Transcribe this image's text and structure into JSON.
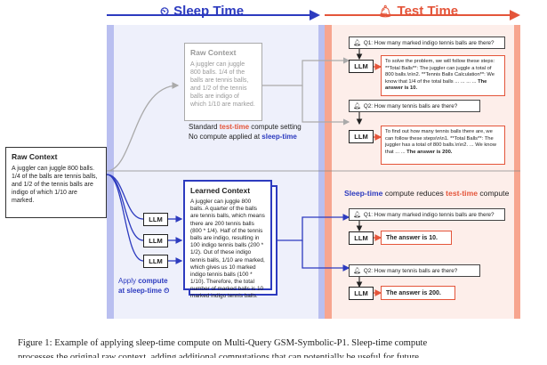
{
  "header": {
    "sleep_time": "Sleep Time",
    "test_time": "Test Time"
  },
  "raw_context_main": {
    "title": "Raw Context",
    "text": "A juggler can juggle 800 balls. 1/4 of the balls are tennis balls, and 1/2 of the tennis balls are indigo of which 1/10 are marked."
  },
  "raw_context_grey": {
    "title": "Raw Context",
    "text": "A juggler can juggle 800 balls. 1/4 of the balls are tennis balls, and 1/2 of the tennis balls are indigo of which 1/10 are marked."
  },
  "standard_note": {
    "line1_prefix": "Standard ",
    "line1_highlight": "test-time",
    "line1_suffix": " compute setting",
    "line2_prefix": "No compute applied at ",
    "line2_highlight": "sleep-time"
  },
  "learned_context": {
    "title": "Learned Context",
    "text": "A juggler can juggle 800 balls. A quarter of the balls are tennis balls, which means there are 200 tennis balls (800 * 1/4). Half of the tennis balls are indigo, resulting in 100 indigo tennis balls (200 * 1/2). Out of these indigo tennis balls, 1/10 are marked, which gives us 10 marked indigo tennis balls (100 * 1/10). Therefore, the total number of marked balls is 10 marked indigo tennis balls."
  },
  "llm_label": "LLM",
  "apply_note": {
    "line1_prefix": "Apply ",
    "line1_highlight": "compute",
    "line2": "at sleep-time"
  },
  "reduce_note": {
    "part1": "Sleep-time",
    "part2": " compute reduces ",
    "part3": "test-time",
    "part4": " compute"
  },
  "questions": {
    "q1": "Q1: How many marked indigo tennis balls are there?",
    "q2": "Q2: How many tennis balls are there?"
  },
  "answers_long": {
    "a1_text": "To solve the problem, we will follow these steps: **Total Balls**: The juggler can juggle a total of 800 balls.\\n\\n2. **Tennis Balls Calculation**: We know that 1/4 of the total balls ... ... ... ... ",
    "a1_bold": "The answer is 10.",
    "a2_text": "To find out how many tennis balls there are, we can follow these steps\\n\\n1. **Total Balls**: The juggler has a total of 800 balls.\\n\\n2. ... We know that ... ... ",
    "a2_bold": "The answer is 200."
  },
  "answers_short": {
    "a1": "The answer is 10.",
    "a2": "The answer is 200."
  },
  "caption": {
    "line1": "Figure 1: Example of applying sleep-time compute on Multi-Query GSM-Symbolic-P1. Sleep-time compute",
    "line2": "processes the original raw context, adding additional computations that can potentially be useful for future"
  },
  "colors": {
    "sleep_accent": "#2d3bbf",
    "test_accent": "#e4553a",
    "sleep_band": "#eef0fb",
    "test_band": "#fdeeea"
  }
}
